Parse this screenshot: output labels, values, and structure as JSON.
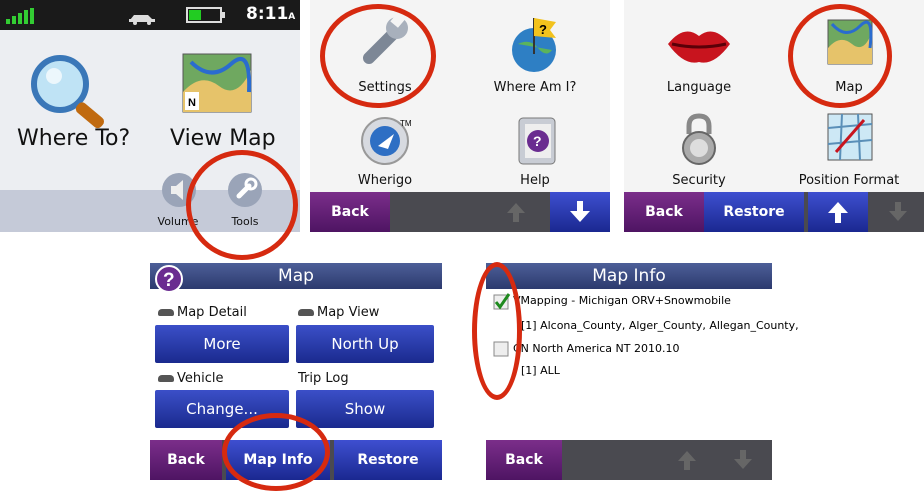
{
  "panel1": {
    "clock": "8:11",
    "clock_suffix": "A",
    "where_to": "Where To?",
    "view_map": "View Map",
    "volume": "Volume",
    "tools": "Tools"
  },
  "panel2": {
    "settings": "Settings",
    "where_am_i": "Where Am I?",
    "wherigo": "Wherigo",
    "help": "Help",
    "back": "Back"
  },
  "panel3": {
    "language": "Language",
    "map": "Map",
    "security": "Security",
    "position_format": "Position Format",
    "back": "Back",
    "restore": "Restore"
  },
  "panel4": {
    "title": "Map",
    "map_detail_label": "Map Detail",
    "map_detail_value": "More",
    "map_view_label": "Map View",
    "map_view_value": "North Up",
    "vehicle_label": "Vehicle",
    "vehicle_value": "Change...",
    "trip_log_label": "Trip Log",
    "trip_log_value": "Show",
    "back": "Back",
    "map_info": "Map Info",
    "restore": "Restore"
  },
  "panel5": {
    "title": "Map Info",
    "item1_name": "VMapping - Michigan ORV+Snowmobile",
    "item1_detail": "[1] Alcona_County, Alger_County, Allegan_County,",
    "item1_checked": true,
    "item2_name": "CN North America NT 2010.10",
    "item2_detail": "[1] ALL",
    "item2_checked": false,
    "back": "Back"
  },
  "colors": {
    "highlight_circle": "#d62a10",
    "back_purple": "#6a1f7c",
    "button_blue": "#2435b0"
  }
}
